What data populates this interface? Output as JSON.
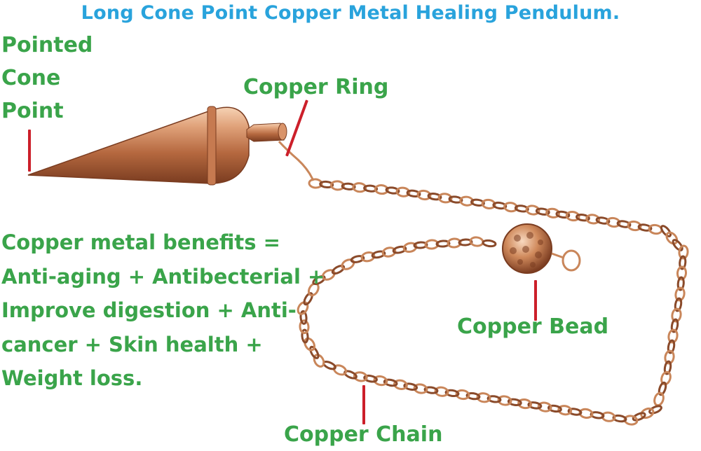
{
  "title": "Long Cone Point Copper Metal Healing Pendulum.",
  "labels": {
    "cone_point": [
      "Pointed",
      "Cone",
      "Point"
    ],
    "copper_ring": "Copper Ring",
    "copper_bead": "Copper Bead",
    "copper_chain": "Copper Chain"
  },
  "benefits": [
    "Copper metal benefits =",
    "Anti-aging + Antibecterial +",
    "Improve digestion + Anti-",
    "cancer + Skin health +",
    "Weight loss."
  ],
  "colors": {
    "title": "#29a3dc",
    "label": "#3aa44a",
    "pointer": "#cc1f2a",
    "copper": "#c9865a",
    "copper_dark": "#8a4a2a",
    "copper_light": "#f3c8a6"
  }
}
